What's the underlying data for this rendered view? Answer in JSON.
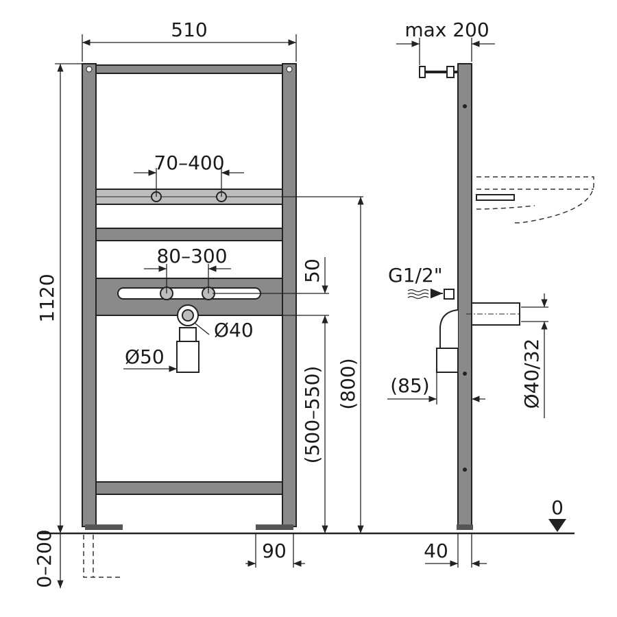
{
  "front_view": {
    "width_label": "510",
    "height_label": "1120",
    "tap_spacing_label": "70–400",
    "connection_spacing_label": "80–300",
    "offset_label": "50",
    "waste_outlet_label": "Ø40",
    "waste_pipe_label": "Ø50",
    "connection_height_label": "(500–550)",
    "basin_height_label": "(800)",
    "foot_extension_label": "0–200",
    "foot_width_label": "90"
  },
  "side_view": {
    "max_depth_label": "max 200",
    "water_inlet_label": "G1/2\"",
    "waste_diameter_label": "Ø40/32",
    "trap_offset_label": "(85)",
    "floor_level_label": "0",
    "frame_depth_label": "40"
  },
  "colors": {
    "frame": "#8a8a8a",
    "line": "#222222"
  }
}
